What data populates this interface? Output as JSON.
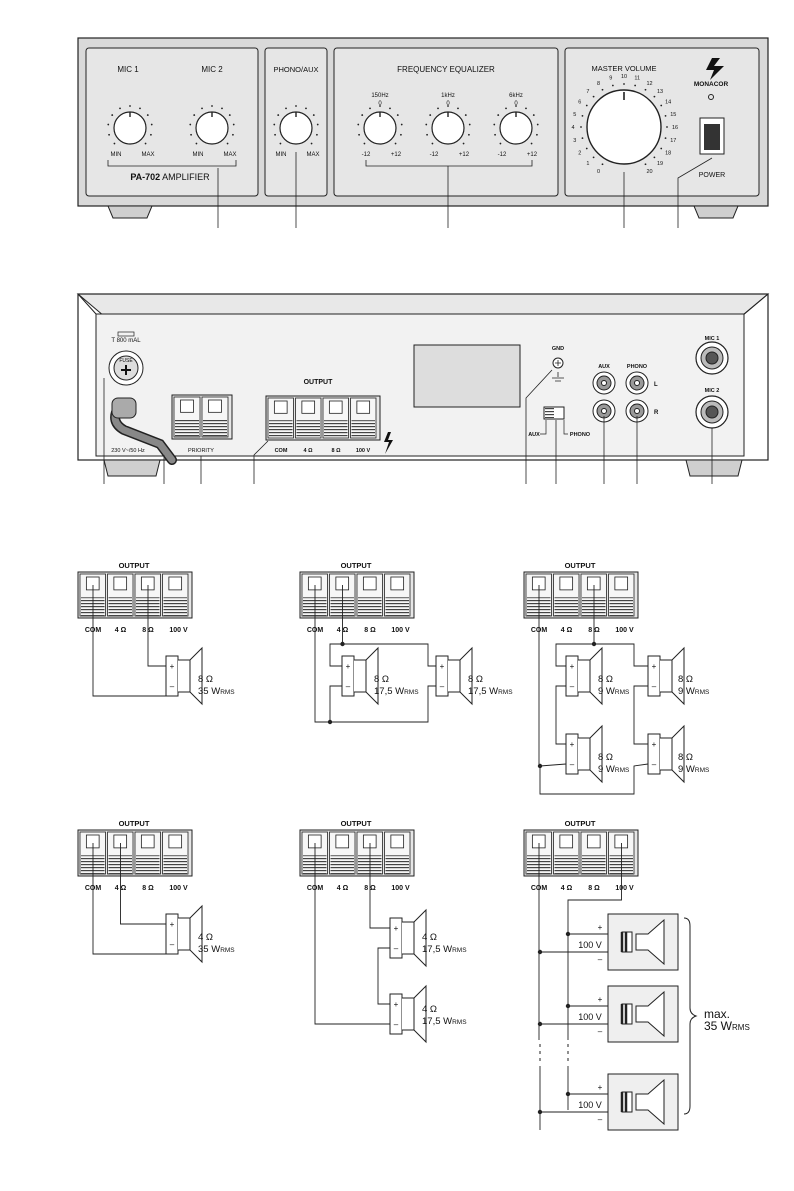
{
  "front_panel": {
    "mic1": "MIC 1",
    "mic2": "MIC 2",
    "phono_aux": "PHONO/AUX",
    "eq_title": "FREQUENCY EQUALIZER",
    "eq_bands": [
      "150Hz",
      "1kHz",
      "6kHz"
    ],
    "eq_zero": "0",
    "eq_minus": "-12",
    "eq_plus": "+12",
    "min": "MIN",
    "max": "MAX",
    "model_bold": "PA-702",
    "model_rest": " AMPLIFIER",
    "master_volume": "MASTER VOLUME",
    "volume_scale": [
      "0",
      "1",
      "2",
      "3",
      "4",
      "5",
      "6",
      "7",
      "8",
      "9",
      "10",
      "11",
      "12",
      "13",
      "14",
      "15",
      "16",
      "17",
      "18",
      "19",
      "20"
    ],
    "brand": "MONACOR",
    "power": "POWER"
  },
  "rear_panel": {
    "fuse_rating": "T 800 mAL",
    "fuse": "FUSE",
    "mains": "230 V~/50 Hz",
    "priority": "PRIORITY",
    "output": "OUTPUT",
    "terminals": [
      "COM",
      "4 Ω",
      "8 Ω",
      "100 V"
    ],
    "gnd": "GND",
    "aux": "AUX",
    "phono": "PHONO",
    "channel_l": "L",
    "channel_r": "R",
    "mic1": "MIC 1",
    "mic2": "MIC 2"
  },
  "wiring": {
    "output": "OUTPUT",
    "terminals": [
      "COM",
      "4 Ω",
      "8 Ω",
      "100 V"
    ],
    "ohm8": "8 Ω",
    "ohm4": "4 Ω",
    "w35": "35 W",
    "w175": "17,5 W",
    "w9": "9 W",
    "rms": "RMS",
    "v100": "100 V",
    "max": "max.",
    "plus": "+",
    "minus": "–"
  }
}
